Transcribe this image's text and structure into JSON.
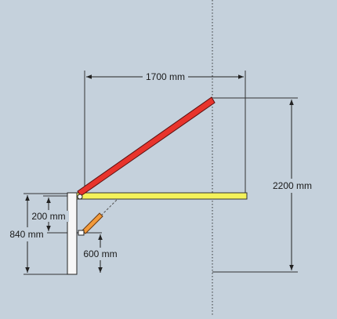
{
  "colors": {
    "background": "#c5d1dc",
    "red_member": "#e8342c",
    "yellow_member": "#f4f25a",
    "orange_strut": "#f29a3a",
    "post": "#f7f7f7",
    "dimension_line": "#222222"
  },
  "dimensions": {
    "horizontal_span": "1700 mm",
    "vertical_rise": "2200 mm",
    "post_height": "840 mm",
    "upper_offset": "200 mm",
    "strut_drop": "600 mm"
  }
}
